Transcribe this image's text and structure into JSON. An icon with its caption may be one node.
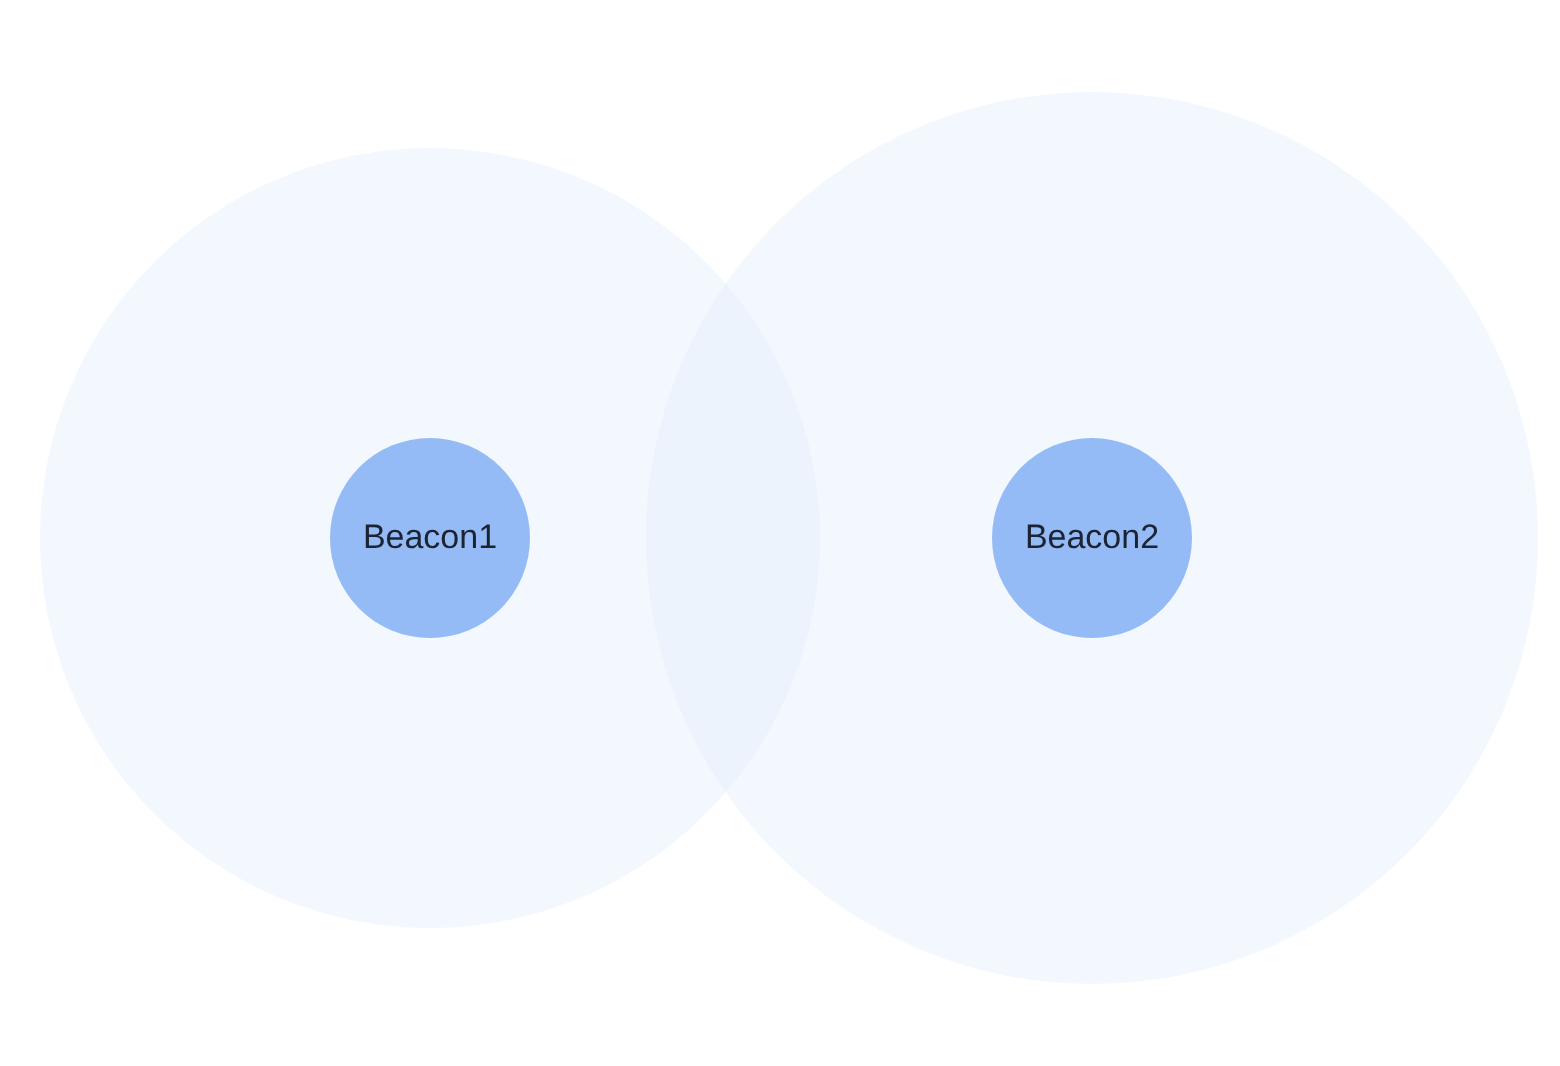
{
  "diagram": {
    "nodes": [
      {
        "text": [],
        "shape": "circle"
      },
      {
        "text": [
          "Beacon1"
        ],
        "in": 0
      },
      {
        "text": [],
        "shape": "circle"
      },
      {
        "text": [
          "Beacon2"
        ],
        "in": 2
      }
    ]
  }
}
